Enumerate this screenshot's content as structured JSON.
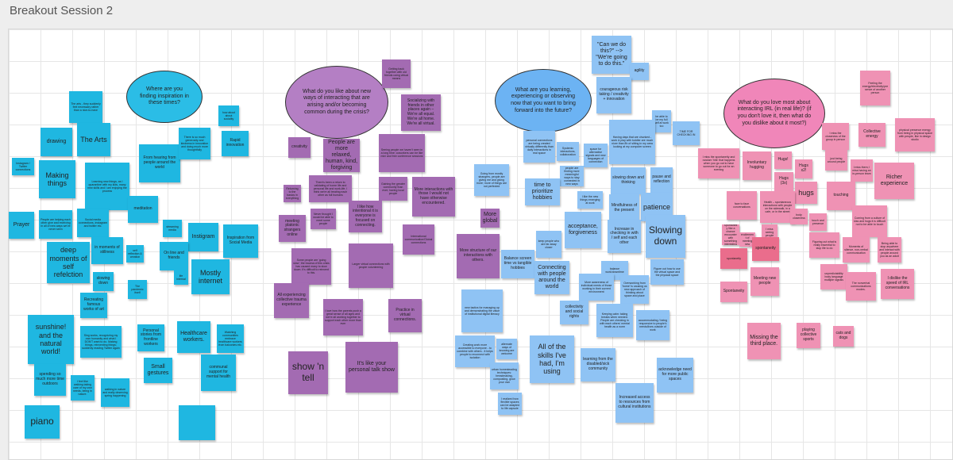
{
  "board": {
    "title": "Breakout Session 2"
  },
  "colors": {
    "cyan": "#1fb7e1",
    "cyan_cloud": "#2bbde6",
    "purple": "#a36bb2",
    "purple_cloud": "#b47fc4",
    "blue": "#8fc3f4",
    "blue_cloud": "#6cb3f3",
    "pink": "#ef92b4",
    "pink_cloud": "#f086b9",
    "red": "#ea6d8c"
  },
  "clouds": [
    "Where are you finding inspiration in these times?",
    "What do you like about new ways of interacting that are arising and/or becoming common during the crisis?",
    "What are you learning, experiencing or observing now that you want to bring forward into the future?",
    "What do you love most about interacting IRL (in real life)? (if you don't love it, then what do you dislike about it most?)"
  ],
  "notes": {
    "cyan": [
      "The arts - they suddenly feel necessary rather than a nice-to-have",
      "drawing",
      "The Arts",
      "Instagram / Twitter connections",
      "Making things",
      "Learning new things, as I quarantine with my kids, many new skills and I am enjoying the process",
      "From hearing from people around the world",
      "There is so much generosity and kindness in innovation and doing much more thoughtfully",
      "how about about sociality",
      "Rapid innovation",
      "meditation",
      "Prayer",
      "People are helping each other give and receiving in all of new ways we've never seen",
      "Social media connections, instagram and twitter etc.",
      "in moments of stillness",
      "self reflection & creation",
      "streaming media",
      "Instigram",
      "Inspiration from Social Media",
      "deep moments of self refelction",
      "On line and friends",
      "Mostly internet",
      "slowing down",
      "The pandemic itself",
      "life internal",
      "Recreating famous works of art",
      "sunshine! and the natural world!",
      "Sing works, recognizing my own humanity and what I DON'T want to do. Making things, reinventing things; suddenly reading Twitter again",
      "Personal stories from frontline workers",
      "Healthcare workers.",
      "Watching communities embrace healthcare workers from balconies etc.",
      "spending so much more time outdoors",
      "I feel like walking taking care of my own needs, being in nature.",
      "walking in nature and really observing spring happening",
      "Small gestures",
      "communal support for mental health",
      "piano",
      ""
    ],
    "purple": [
      "Getting back together with old friends using virtual means",
      "Socializing with friends in other places again – We're all equal. We're all home. We're all virtual.",
      "creativity",
      "People are more relaxed, human, kind, forgiving",
      "Seeing people we haven't seen in a long time; coworkers can be like mini and free conference sessions",
      "There's been a return to validating of home life and personal life and work-life. I think we're all treating each other as full humans",
      "More interactions with those I would not have otherwise encountered.",
      "Returning to the basics in everything",
      "Gaining the greater community than ever; having local people",
      "I like how intentional it is everyone is focused on connecting.",
      "Never thought I would be able to meet some people",
      "meeting platonic strangers online",
      "International communication/Global connections",
      "Some people are 'going slow'; the trauma of this crisis has caused many to slow down. It's difficult to reinvent to this.",
      "Larger virtual connections with people volunteering",
      "All experiencing collective trauma experience",
      "I love how the parents push a great sense of all ages and we're all working together to support each other more than ever",
      "Practice in virtual connections.",
      "show 'n tell",
      "It's like your personal talk show",
      "More global",
      "More structure of our interactions with others."
    ],
    "blue": [
      "\"Can we do this?\" --> \"We're going to do this.\"",
      "agility",
      "courageous risk taking / creativity + innovation",
      "be able to be my full self at work too",
      "TIME FOR CHECKING IN",
      "personal connections are being created virtually differently than daily interactions in real space",
      "Systemic interactions, collaboration",
      "space for alternative signals and new languages of connection",
      "Having days that are chunked - work & play with toddler are much nicer than 8h of sitting in my area looking at my computer screen",
      "Going from mostly strangers, people are giving me and giving more; more of things are not perfected",
      "people are finding more meaningful ways to stay connected in new ways",
      "slowing down and thinking",
      "pause and reflection",
      "time to prioritize hobbies",
      "I like the new things emerging at work",
      "patience",
      "Mindfulness of the present",
      "keep people who are far away closer",
      "acceptance, forgiveness",
      "Increase in checking in with / self and each other",
      "Slowing down",
      "Balance screen time vs tangible hobbies",
      "balance work/downtime",
      "Figure out how to use the virtual space and the physical space",
      "Connecting with people around the world",
      "More awareness of individual needs of those working in their current environment",
      "Overworking from 'home' is causing us new approach of thinking about space and place",
      "new tactics for managing up and demonstrating the value of institutional digital literacy",
      "collectivity and social rights",
      "Keeping calm: taking breaks when needed. People are checking in with each others' mental health as a norm",
      "accommodating / being responsive to people's needs/lives outside of work",
      "Creating work more accessible to everyone - to combine with others - it helps people to reconnect with isolation",
      "alternate ways of knowing are welcome",
      "urban homesteading techniques: breadmaking, composting, grow your own",
      "All of the skills I've had, I'm using",
      "learning from the disabled/sick community",
      "acknowledge need for more public spaces",
      "I realized how flexible spaces can be adapted to life capsule",
      "Increased access to resources from cultural institutions"
    ],
    "pink": [
      "Feeling the energy/electricity/presence of another person",
      "Collective energy",
      "physical presence energy from being in physical space with people, like in design studio",
      "I miss the spontaneity and random 'hits' that happens when you go out to have someone to go out for an evening",
      "Involuntary hugging",
      "Hugs!",
      "Hugs x2!",
      "Hugs (3x)",
      "I miss the closeness of the group in person",
      "just being around people",
      "I miss them; I miss having an in-person team",
      "Richer experience",
      "hugs",
      "touching",
      "face to face conversations",
      "Health – spontaneous interactions with people on the sidewalk, in a cafe, or in the street",
      "Spontaneity like a chance encounter with something interesting",
      "touch and presence",
      "Coming from a culture of kiss and hugs it is difficult not to be able to touch",
      "body closeness",
      "The excitement of meeting new people",
      "I miss seeing people",
      "spontaneity",
      "spontaneity",
      "Figuring out what is really essential to stop life to do",
      "Moments of silence, non-verbal communication",
      "Being able to stop anywhere and interact with people around you as an adult",
      "Meeting new people",
      "unpredictability body language multiple signals",
      "Spontaneity",
      "The nonverbal communications modes.",
      "I dislike the speed of IRL conversations",
      "Missing the third place.",
      "playing collective sports",
      "cats and dogs"
    ]
  }
}
